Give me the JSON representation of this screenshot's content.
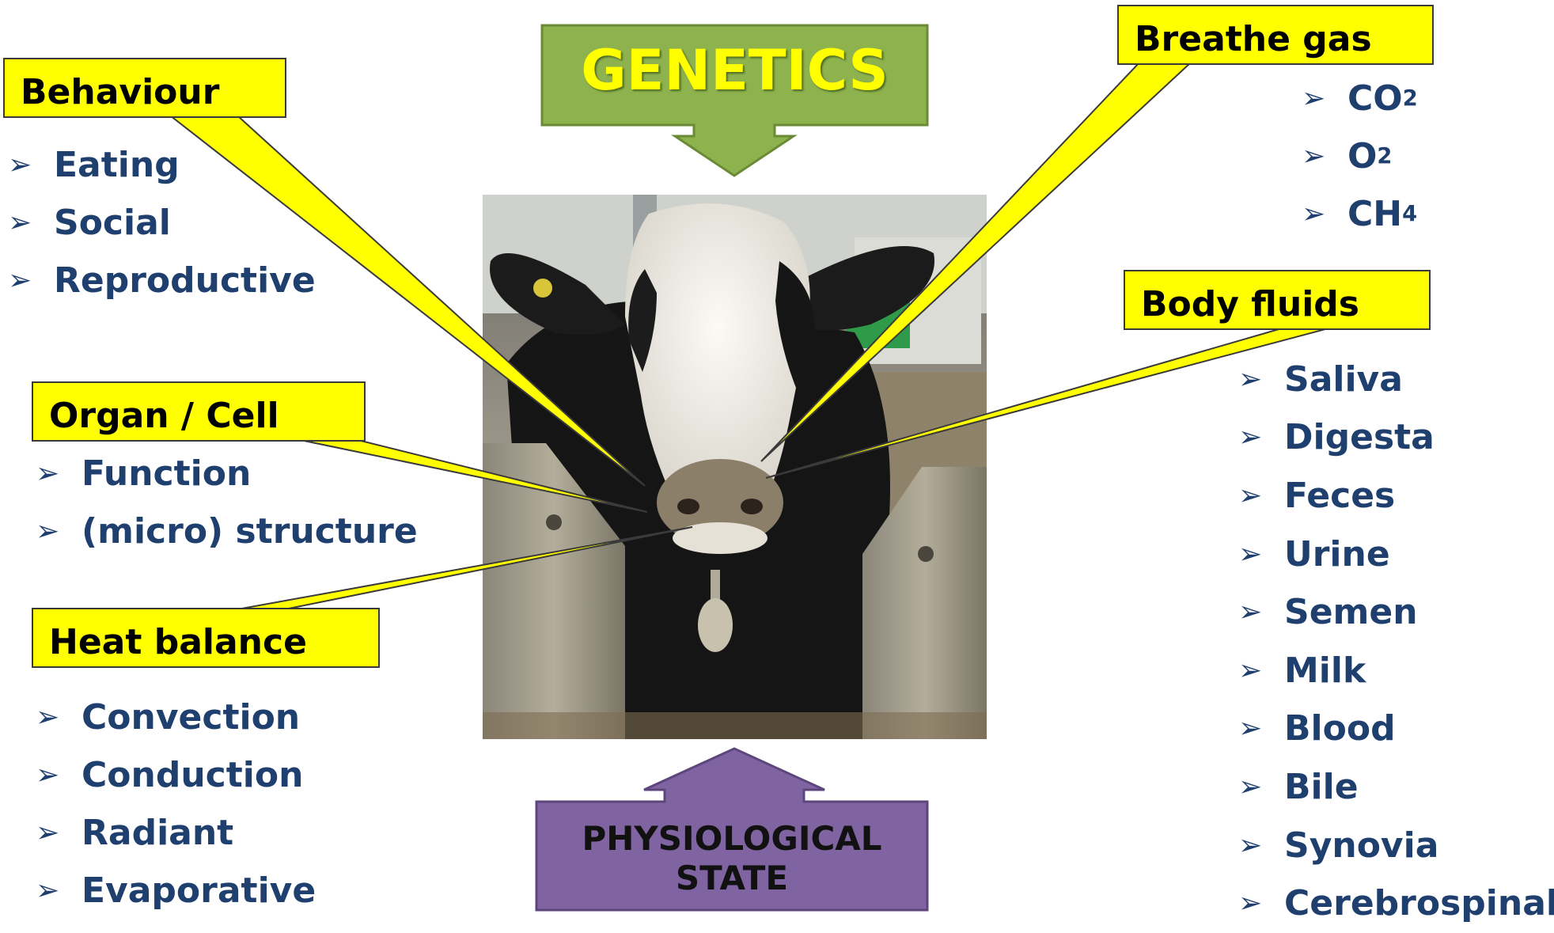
{
  "genetics": {
    "label": "GENETICS"
  },
  "physiological": {
    "line1": "PHYSIOLOGICAL",
    "line2": "STATE"
  },
  "behaviour": {
    "title": "Behaviour",
    "items": [
      "Eating",
      "Social",
      "Reproductive"
    ]
  },
  "organ_cell": {
    "title": "Organ / Cell",
    "items": [
      "Function",
      "(micro) structure"
    ]
  },
  "heat_balance": {
    "title": "Heat balance",
    "items": [
      "Convection",
      "Conduction",
      "Radiant",
      "Evaporative"
    ]
  },
  "breathe_gas": {
    "title": "Breathe gas",
    "items": [
      {
        "base": "CO",
        "sub": "2"
      },
      {
        "base": "O",
        "sub": "2"
      },
      {
        "base": "CH",
        "sub": "4"
      }
    ]
  },
  "body_fluids": {
    "title": "Body fluids",
    "items": [
      "Saliva",
      "Digesta",
      "Feces",
      "Urine",
      "Semen",
      "Milk",
      "Blood",
      "Bile",
      "Synovia",
      "Cerebrospinal"
    ]
  },
  "bullet_glyph": "➢",
  "colors": {
    "callout_yellow": "#ffff00",
    "list_text": "#1f3f6e",
    "genetics_green": "#8db24e",
    "genetics_text": "#ffff00",
    "physio_purple": "#8064a2"
  },
  "photo": {
    "subject": "black-and-white dairy cow in stall"
  }
}
